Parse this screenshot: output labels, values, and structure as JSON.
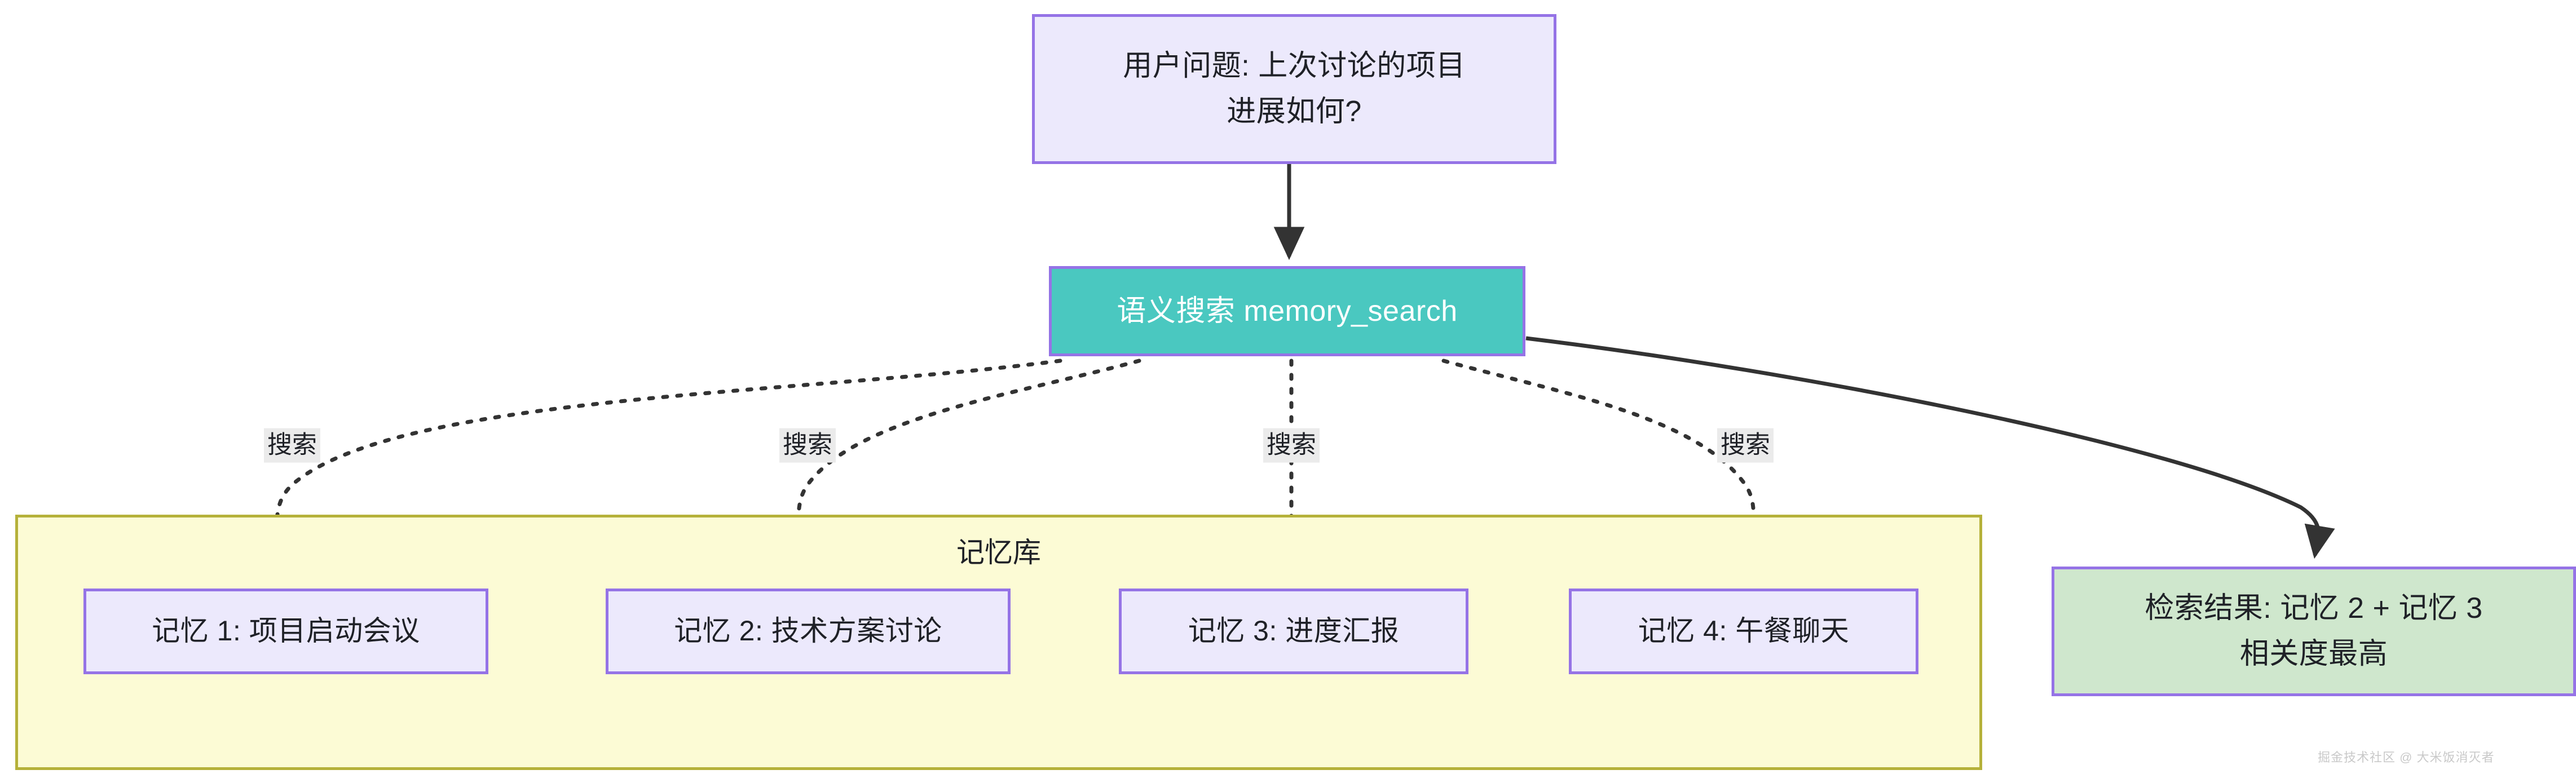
{
  "diagram": {
    "title": "memory_search semantic retrieval flow",
    "colors": {
      "node_border": "#9573e6",
      "node_purple_fill": "#ece9fc",
      "node_teal_fill": "#4ac8c0",
      "node_green_fill": "#cfe7cd",
      "container_fill": "#fcfbd5",
      "container_border": "#b5b13a",
      "edge_stroke": "#333333",
      "edge_label_bg": "#ebebeb",
      "text": "#1f2127",
      "teal_text": "#ffffff"
    },
    "nodes": {
      "question": {
        "line1": "用户问题: 上次讨论的项目",
        "line2": "进展如何?"
      },
      "search": {
        "label": "语义搜索 memory_search"
      },
      "result": {
        "line1": "检索结果: 记忆 2 + 记忆 3",
        "line2": "相关度最高"
      }
    },
    "memory_store": {
      "title": "记忆库",
      "items": [
        {
          "label": "记忆 1: 项目启动会议"
        },
        {
          "label": "记忆 2: 技术方案讨论"
        },
        {
          "label": "记忆 3: 进度汇报"
        },
        {
          "label": "记忆 4: 午餐聊天"
        }
      ]
    },
    "edges": [
      {
        "from": "question",
        "to": "search",
        "label": "",
        "style": "solid-arrow"
      },
      {
        "from": "search",
        "to": "memory-1",
        "label": "搜索",
        "style": "dotted-arrow"
      },
      {
        "from": "search",
        "to": "memory-2",
        "label": "搜索",
        "style": "dotted-arrow"
      },
      {
        "from": "search",
        "to": "memory-3",
        "label": "搜索",
        "style": "dotted-arrow"
      },
      {
        "from": "search",
        "to": "memory-4",
        "label": "搜索",
        "style": "dotted-arrow"
      },
      {
        "from": "search",
        "to": "result",
        "label": "",
        "style": "solid-arrow"
      }
    ],
    "edge_labels": [
      "搜索",
      "搜索",
      "搜索",
      "搜索"
    ],
    "watermark": "掘金技术社区 @ 大米饭消灭者"
  }
}
